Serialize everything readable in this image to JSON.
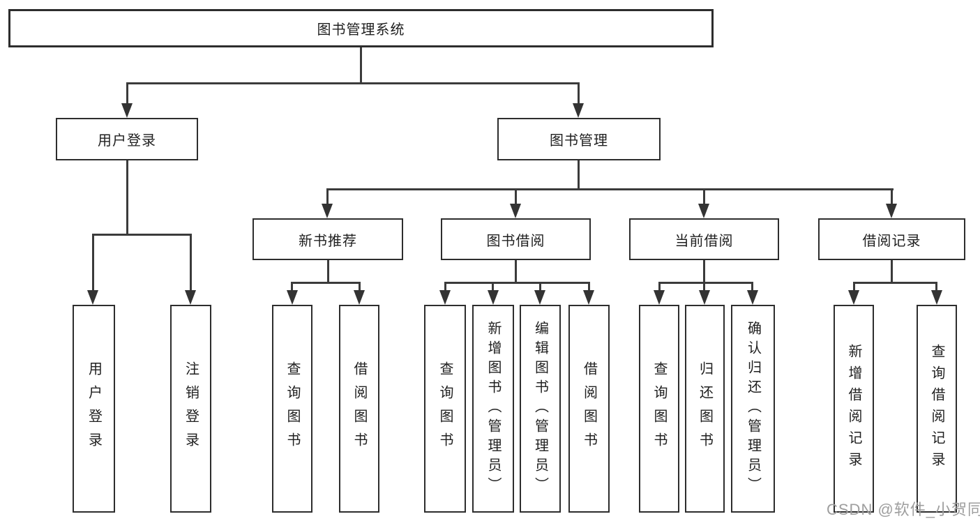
{
  "tree": {
    "root": "图书管理系统",
    "branches": [
      {
        "label": "用户登录",
        "children": [
          "用户登录",
          "注销登录"
        ]
      },
      {
        "label": "图书管理",
        "groups": [
          {
            "label": "新书推荐",
            "children": [
              "查询图书",
              "借阅图书"
            ]
          },
          {
            "label": "图书借阅",
            "children": [
              "查询图书",
              "新增图书（管理员）",
              "编辑图书（管理员）",
              "借阅图书"
            ]
          },
          {
            "label": "当前借阅",
            "children": [
              "查询图书",
              "归还图书",
              "确认归还（管理员）"
            ]
          },
          {
            "label": "借阅记录",
            "children": [
              "新增借阅记录",
              "查询借阅记录"
            ]
          }
        ]
      }
    ]
  },
  "watermark": "CSDN @软件_小贺同学",
  "colors": {
    "line": "#3b3b3b",
    "border": "#2d2d2d",
    "text": "#1f1f1f",
    "background": "#ffffff",
    "watermark": "#9e9e9e"
  }
}
